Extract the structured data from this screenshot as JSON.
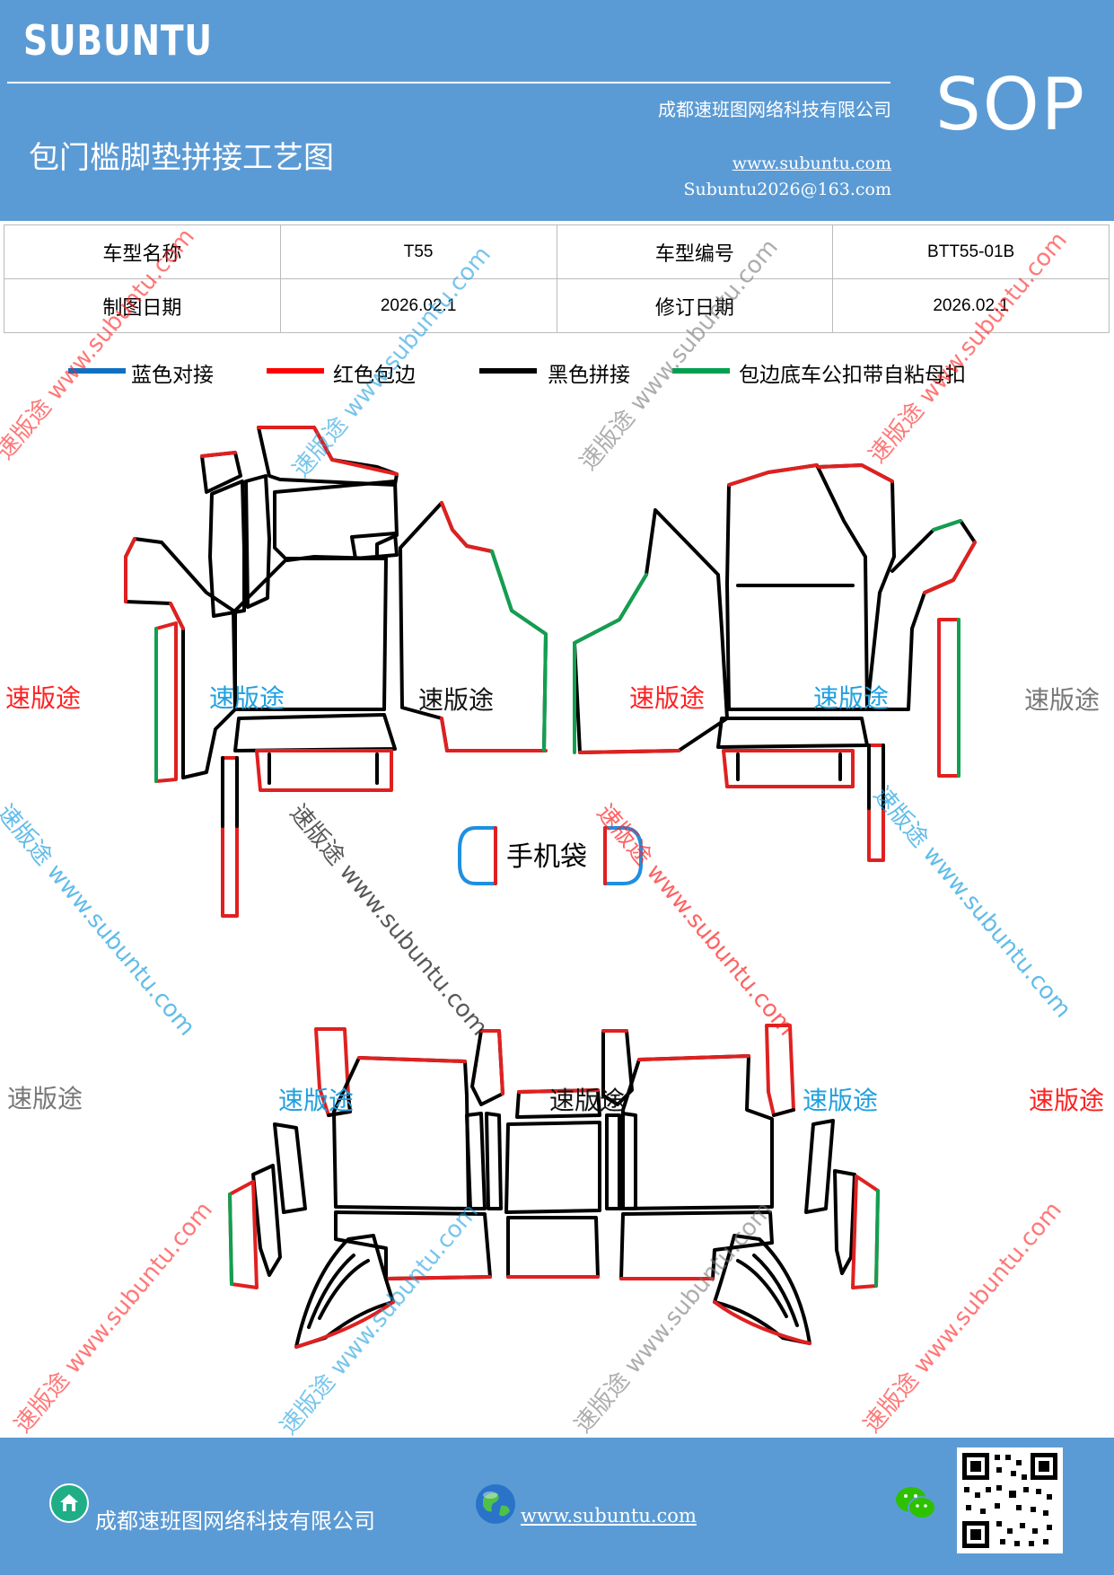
{
  "header": {
    "brand": "SUBUNTU",
    "company": "成都速班图网络科技有限公司",
    "title": "包门槛脚垫拼接工艺图",
    "website": "www.subuntu.com",
    "email": "Subuntu2026@163.com",
    "badge": "SOP"
  },
  "info_table": {
    "row1": {
      "label1": "车型名称",
      "value1": "T55",
      "label2": "车型编号",
      "value2": "BTT55-01B"
    },
    "row2": {
      "label1": "制图日期",
      "value1": "2026.02.1",
      "label2": "修订日期",
      "value2": "2026.02.1"
    }
  },
  "legend": [
    {
      "label": "蓝色对接",
      "color": "#1070c0"
    },
    {
      "label": "红色包边",
      "color": "#ff0000"
    },
    {
      "label": "黑色拼接",
      "color": "#000000"
    },
    {
      "label": "包边底车公扣带自粘母扣",
      "color": "#00a050"
    }
  ],
  "diagram": {
    "phone_pocket": "手机袋",
    "watermark_brand": "速版途",
    "watermark_diag": "速版途 www.subuntu.com",
    "watermark_colors": {
      "red": "#ff2020",
      "blue": "#1fa0e0",
      "gray": "#777777",
      "black": "#111111"
    }
  },
  "footer": {
    "company": "成都速班图网络科技有限公司",
    "website": "www.subuntu.com",
    "home_icon": "home-icon",
    "globe_icon": "globe-icon",
    "wechat_icon": "wechat-icon",
    "qr_code": "qr-code"
  }
}
